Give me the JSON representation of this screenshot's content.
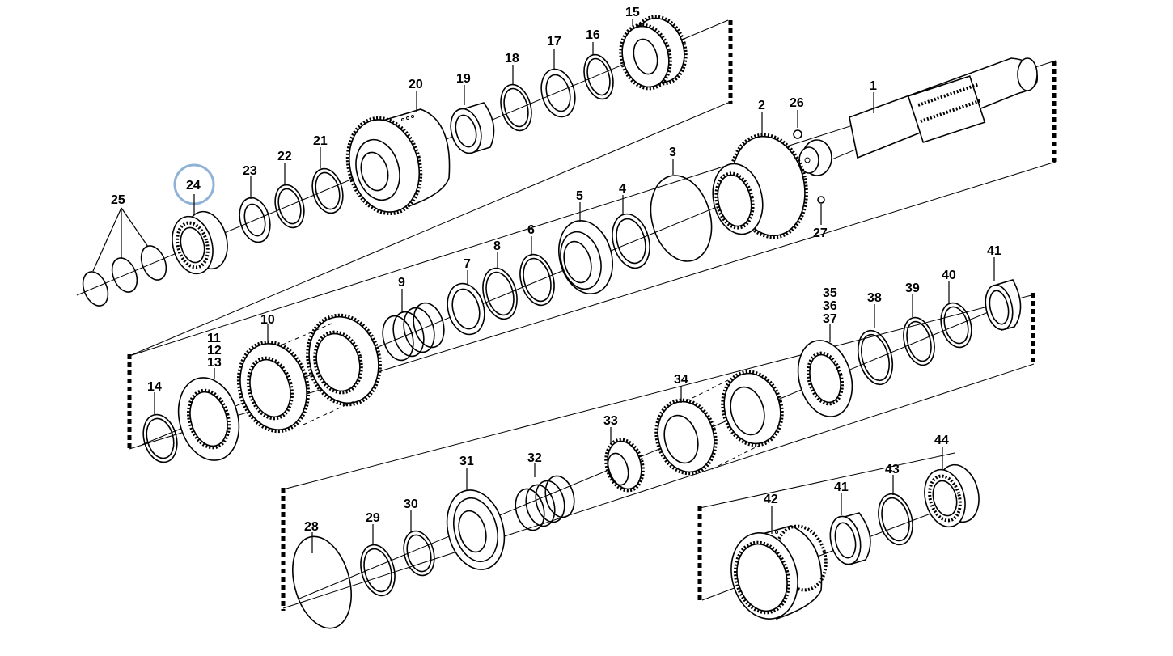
{
  "diagram": {
    "highlight_color": "#8fb2d6",
    "highlighted_part": "24",
    "labels": [
      "1",
      "2",
      "3",
      "4",
      "5",
      "6",
      "7",
      "8",
      "9",
      "10",
      "11",
      "12",
      "13",
      "14",
      "15",
      "16",
      "17",
      "18",
      "19",
      "20",
      "21",
      "22",
      "23",
      "24",
      "25",
      "26",
      "27",
      "28",
      "29",
      "30",
      "31",
      "32",
      "33",
      "34",
      "35",
      "36",
      "37",
      "38",
      "39",
      "40",
      "41",
      "42",
      "43",
      "44"
    ]
  }
}
